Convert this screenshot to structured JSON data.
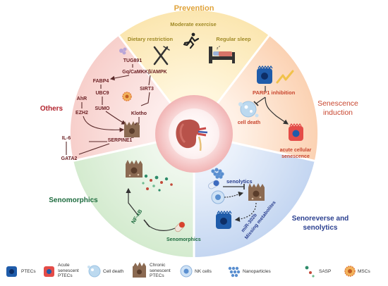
{
  "sectors": {
    "prevention": {
      "title": "Prevention",
      "color": "#e0a33a",
      "items": [
        "Moderate exercise",
        "Dietary restriction",
        "Regular sleep"
      ]
    },
    "senescence_induction": {
      "title_line1": "Senescence",
      "title_line2": "induction",
      "color": "#c8452e",
      "parp1": "PARP1 inhibition",
      "cell_death": "cell death",
      "acute_line1": "acute cellular",
      "acute_line2": "senescence"
    },
    "senoreverse": {
      "title_line1": "Senoreverse and",
      "title_line2": "senolytics",
      "color": "#2a3f8f",
      "senolytics": "senolytics",
      "mir_line1": "miR-302b",
      "mir_line2": "Missing metabolites"
    },
    "senomorphics": {
      "title": "Senomorphics",
      "color": "#1d6b3e",
      "nfkb": "NF-κB",
      "label": "Senomorphics"
    },
    "others": {
      "title": "Others",
      "color": "#b2232d",
      "labels": [
        "TUG891",
        "Gq/CaMKKβ/AMPK",
        "FABP4",
        "SIRT3",
        "UBC9",
        "AhR",
        "EZH2",
        "SUMO",
        "Klotho",
        "IL-6",
        "SERPINE1",
        "GATA2"
      ]
    }
  },
  "legend": [
    {
      "icon": "ptec-icon",
      "label_lines": [
        "PTECs"
      ]
    },
    {
      "icon": "acute-senescent-ptec-icon",
      "label_lines": [
        "Acute",
        "senescent",
        "PTECs"
      ]
    },
    {
      "icon": "cell-death-icon",
      "label_lines": [
        "Cell death"
      ]
    },
    {
      "icon": "chronic-senescent-ptec-icon",
      "label_lines": [
        "Chronic",
        "senescent",
        "PTECs"
      ]
    },
    {
      "icon": "nk-cell-icon",
      "label_lines": [
        "NK cells"
      ]
    },
    {
      "icon": "nanoparticle-icon",
      "label_lines": [
        "Nanoparticles"
      ]
    },
    {
      "icon": "sasp-icon",
      "label_lines": [
        "SASP"
      ]
    },
    {
      "icon": "msc-icon",
      "label_lines": [
        "MSCs"
      ]
    }
  ]
}
